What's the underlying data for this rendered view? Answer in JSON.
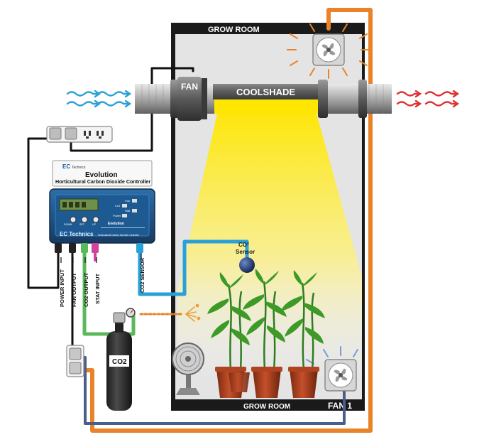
{
  "room": {
    "top_label": "GROW ROOM",
    "bottom_label": "GROW ROOM",
    "fan1_label": "FAN 1"
  },
  "duct": {
    "fan_label": "FAN",
    "coolshade_label": "COOLSHADE"
  },
  "controller": {
    "brand_mark": "EC",
    "brand_small": "Technics",
    "product_name": "Evolution",
    "product_subtitle": "Horticultural Carbon Dioxide Controller",
    "front_brand": "EC Technics",
    "front_text": "Horticultural Carbon Dioxide Controller",
    "front_model": "Evolution",
    "button_labels": [
      "Fan",
      "Co2",
      "Stat",
      "Power"
    ],
    "key_labels": [
      "DOWN",
      "SET",
      "UP"
    ]
  },
  "ports": {
    "power_input": "POWER INPUT",
    "fan_output": "FAN OUTPUT",
    "co2_output": "CO2 OUTPUT",
    "stat_input": "STAT INPUT",
    "co2_sensor": "CO2 SENSOR"
  },
  "sensor": {
    "label_line1": "CO²",
    "label_line2": "Sensor"
  },
  "cylinder": {
    "label": "CO2"
  },
  "colors": {
    "orange_cable": "#e8832a",
    "blue_cable": "#2aa0d8",
    "green_cable": "#5cb85c",
    "pink_cable": "#d2449a",
    "navy_cable": "#4a5e8c",
    "intake_air": "#2aa0d8",
    "exhaust_air": "#e03030",
    "light": "#ffeb3b"
  },
  "icons": {
    "intake_arrows": "blue-air-arrows-icon",
    "exhaust_arrows": "red-air-arrows-icon",
    "fan_top": "extractor-fan-icon",
    "fan_bottom": "extractor-fan-icon",
    "desk_fan": "desk-fan-icon",
    "plants": "plant-pot-icon"
  }
}
